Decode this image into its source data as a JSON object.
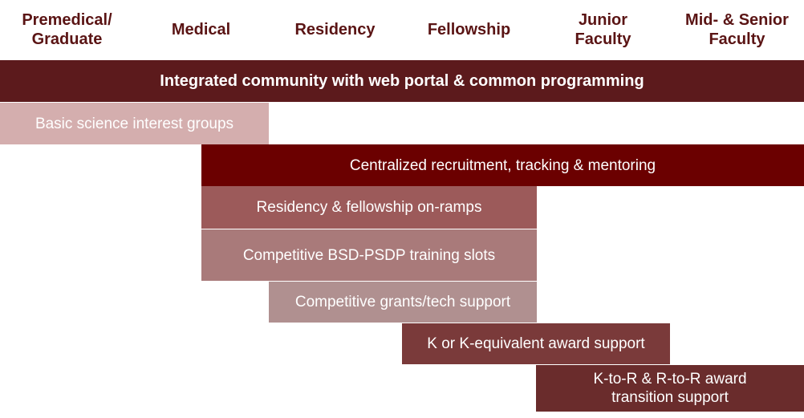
{
  "stages": [
    "Premedical/\nGraduate",
    "Medical",
    "Residency",
    "Fellowship",
    "Junior\nFaculty",
    "Mid- & Senior\nFaculty"
  ],
  "programs": [
    {
      "label": "Integrated community with web portal & common programming",
      "color": "#5c1a1c"
    },
    {
      "label": "Basic science interest groups",
      "color": "#d4aeae"
    },
    {
      "label": "Centralized recruitment, tracking & mentoring",
      "color": "#6b0000"
    },
    {
      "label": "Residency & fellowship on-ramps",
      "color": "#9c5a5a"
    },
    {
      "label": "Competitive BSD-PSDP training slots",
      "color": "#a97a7a"
    },
    {
      "label": "Competitive grants/tech support",
      "color": "#b09090"
    },
    {
      "label": "K or K-equivalent award support",
      "color": "#7a3a3a"
    },
    {
      "label": "K-to-R & R-to-R award\ntransition support",
      "color": "#6a2c2c"
    }
  ]
}
